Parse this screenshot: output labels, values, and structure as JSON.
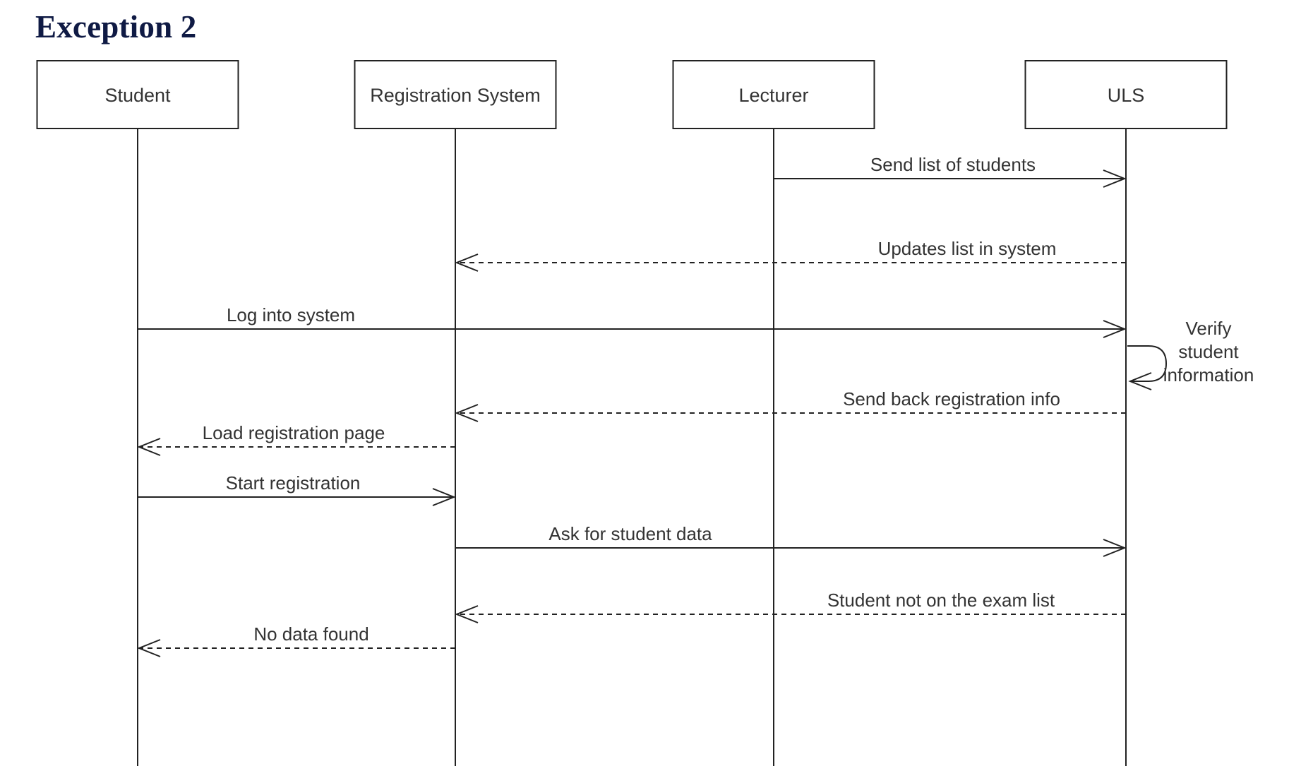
{
  "title": "Exception 2",
  "actors": [
    {
      "id": "student",
      "label": "Student"
    },
    {
      "id": "registration",
      "label": "Registration System"
    },
    {
      "id": "lecturer",
      "label": "Lecturer"
    },
    {
      "id": "uls",
      "label": "ULS"
    }
  ],
  "messages": [
    {
      "from": "lecturer",
      "to": "uls",
      "label": "Send list of students",
      "style": "solid"
    },
    {
      "from": "uls",
      "to": "registration",
      "label": "Updates list in system",
      "style": "dashed"
    },
    {
      "from": "student",
      "to": "uls",
      "label": "Log into system",
      "style": "solid"
    },
    {
      "from": "uls",
      "to": "uls",
      "label": "Verify student information",
      "label_lines": [
        "Verify",
        "student",
        "information"
      ],
      "style": "solid",
      "self": true
    },
    {
      "from": "uls",
      "to": "registration",
      "label": "Send back registration info",
      "style": "dashed"
    },
    {
      "from": "registration",
      "to": "student",
      "label": "Load registration page",
      "style": "dashed"
    },
    {
      "from": "student",
      "to": "registration",
      "label": "Start registration",
      "style": "solid"
    },
    {
      "from": "registration",
      "to": "uls",
      "label": "Ask for student data",
      "style": "solid"
    },
    {
      "from": "uls",
      "to": "registration",
      "label": "Student not on the exam list",
      "style": "dashed"
    },
    {
      "from": "registration",
      "to": "student",
      "label": "No data found",
      "style": "dashed"
    }
  ]
}
